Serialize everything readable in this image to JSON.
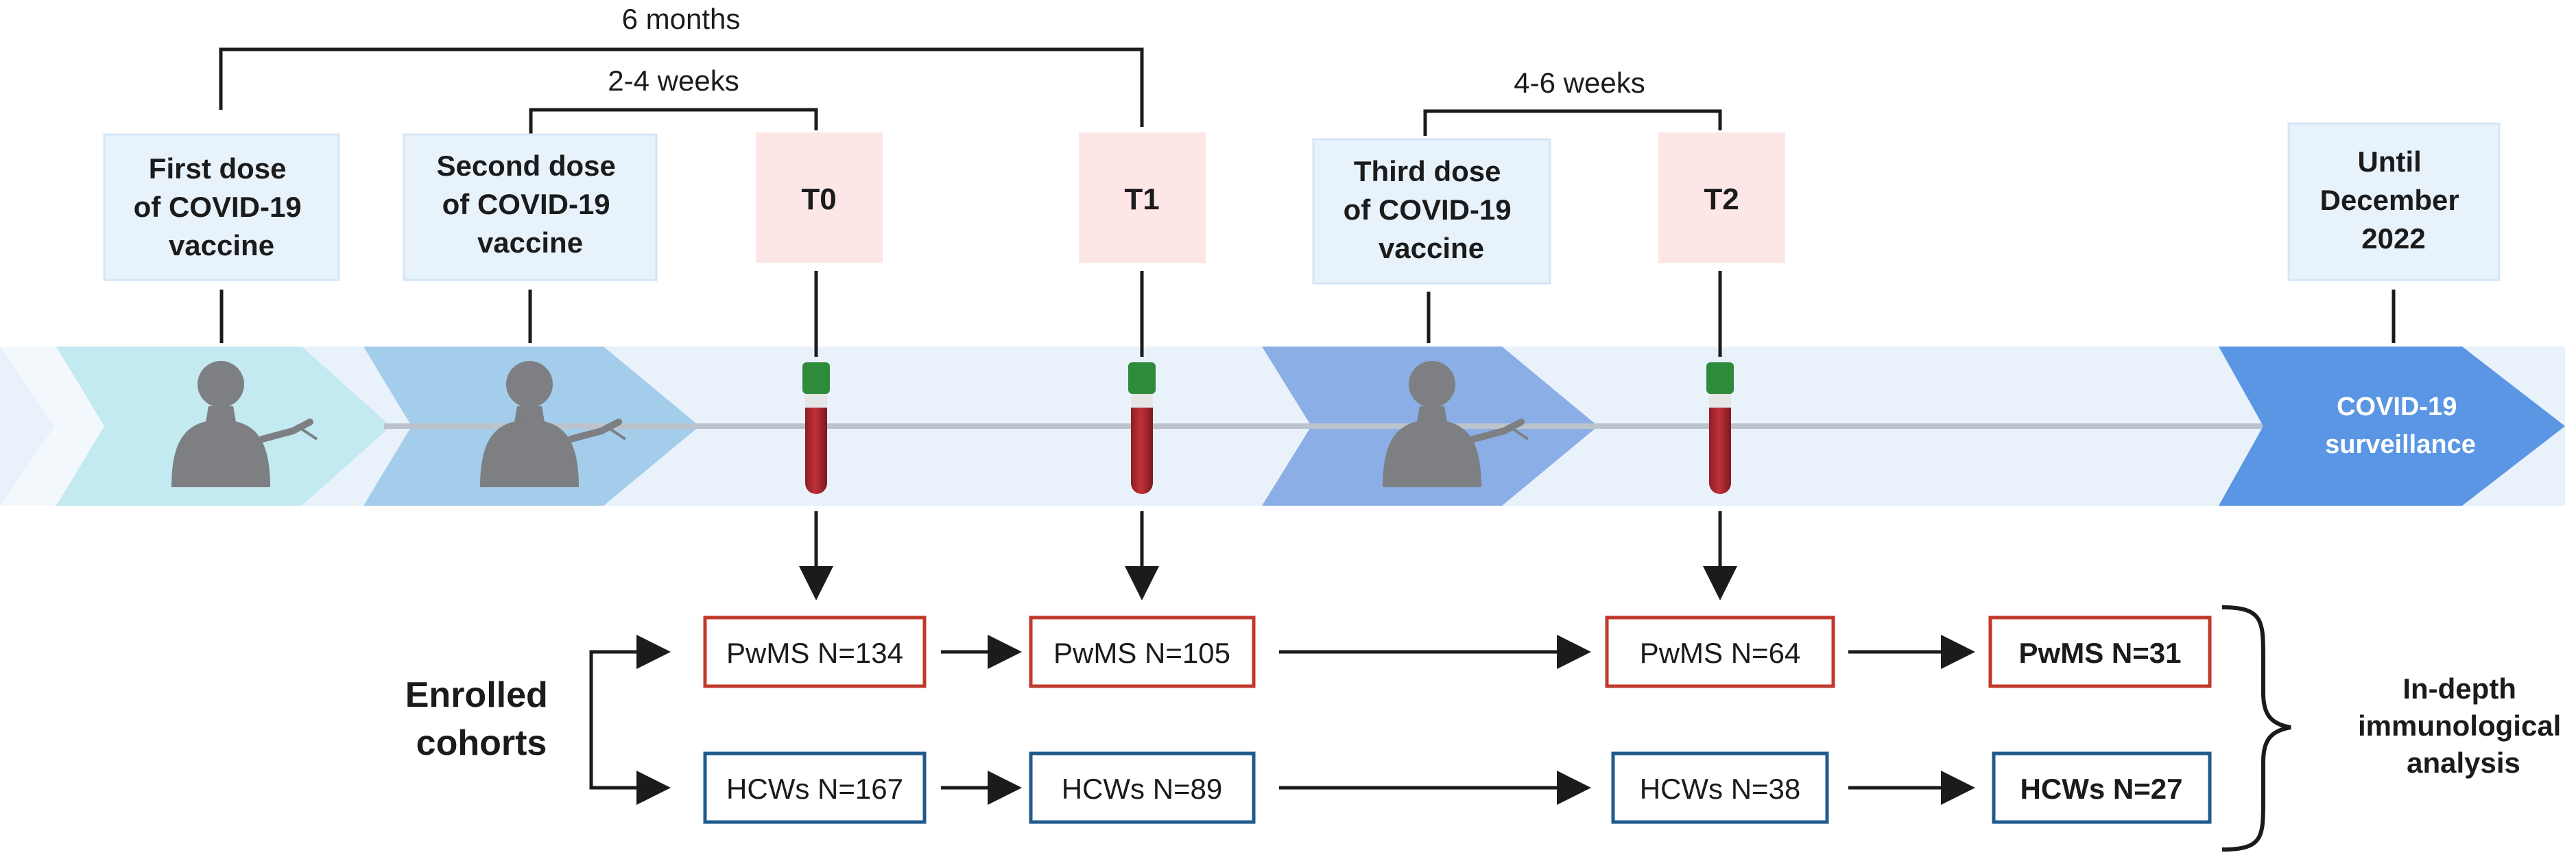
{
  "brackets": {
    "six_months": "6 months",
    "two_four_weeks": "2-4 weeks",
    "four_six_weeks": "4-6 weeks"
  },
  "events": {
    "first_dose": [
      "First dose",
      "of COVID-19",
      "vaccine"
    ],
    "second_dose": [
      "Second dose",
      "of COVID-19",
      "vaccine"
    ],
    "t0": "T0",
    "t1": "T1",
    "third_dose": [
      "Third dose",
      "of COVID-19",
      "vaccine"
    ],
    "t2": "T2",
    "until": [
      "Until",
      "December",
      "2022"
    ]
  },
  "surveillance": [
    "COVID-19",
    "surveillance"
  ],
  "enrolled": [
    "Enrolled",
    "cohorts"
  ],
  "cohorts": {
    "pwms": [
      "PwMS N=134",
      "PwMS N=105",
      "PwMS N=64",
      "PwMS N=31"
    ],
    "hcws": [
      "HCWs N=167",
      "HCWs N=89",
      "HCWs N=38",
      "HCWs N=27"
    ]
  },
  "analysis": [
    "In-depth",
    "immunological",
    "analysis"
  ],
  "colors": {
    "pwms_border": "#c0392b",
    "hcws_border": "#1f5a8c",
    "event_box": "#e8f2fb",
    "timepoint_box": "#fde6e6",
    "arrow_1": "#c3e9f1",
    "arrow_2": "#a3cdea",
    "arrow_3": "#8aaee5",
    "arrow_4": "#5a96e3",
    "band": "#e9f2fb"
  }
}
